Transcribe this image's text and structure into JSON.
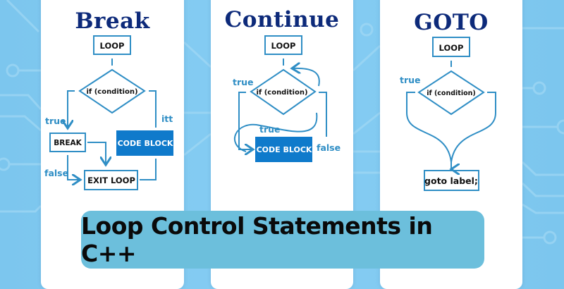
{
  "colors": {
    "background": "#84ccf2",
    "card": "#ffffff",
    "title": "#0d2a7a",
    "line": "#2f8ec5",
    "code_block": "#0f7acb",
    "banner": "#6cbfdc"
  },
  "panels": [
    {
      "title": "Break",
      "nodes": {
        "loop": "LOOP",
        "condition": "if (condition)",
        "break": "BREAK",
        "code_block": "CODE BLOCK",
        "exit": "EXIT LOOP"
      },
      "edge_labels": {
        "true": "true",
        "itt": "itt",
        "false": "false"
      }
    },
    {
      "title": "Continue",
      "nodes": {
        "loop": "LOOP",
        "condition": "if (condition)",
        "code_block": "CODE BLOCK"
      },
      "edge_labels": {
        "true_left": "true",
        "true_inner": "true",
        "false": "false"
      }
    },
    {
      "title": "GOTO",
      "nodes": {
        "loop": "LOOP",
        "condition": "if (condition)",
        "goto": "goto label;"
      },
      "edge_labels": {
        "true": "true"
      }
    }
  ],
  "banner": {
    "text": "Loop Control Statements in C++"
  }
}
